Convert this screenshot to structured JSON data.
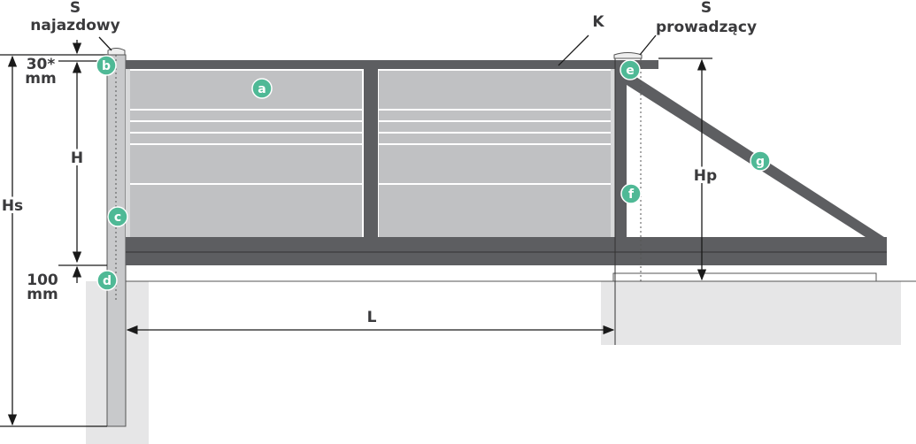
{
  "labels": {
    "s_left": "S",
    "s_left_sub": "najazdowy",
    "top_offset": "30*",
    "top_offset_unit": "mm",
    "h": "H",
    "hs": "Hs",
    "bottom_offset": "100",
    "bottom_offset_unit": "mm",
    "l": "L",
    "k": "K",
    "s_right": "S",
    "s_right_sub": "prowadzący",
    "hp": "Hp"
  },
  "badges": {
    "a": "a",
    "b": "b",
    "c": "c",
    "d": "d",
    "e": "e",
    "f": "f",
    "g": "g"
  },
  "colors": {
    "frame": "#5d5e61",
    "panel": "#c0c1c3",
    "badge": "#4fb996",
    "ground": "#e6e6e7"
  }
}
